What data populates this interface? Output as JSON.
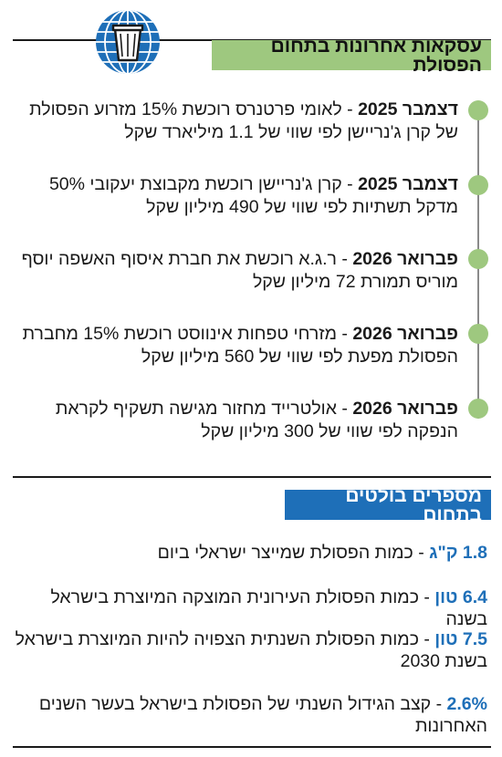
{
  "deals_section": {
    "title": "עסקאות אחרונות בתחום הפסולת",
    "items": [
      {
        "date": "דצמבר 2025",
        "separator": " - ",
        "text": "לאומי פרטנרס רוכשת 15% מזרוע הפסולת של קרן ג'נריישן לפי שווי של 1.1 מיליארד שקל"
      },
      {
        "date": "דצמבר 2025",
        "separator": " - ",
        "text": "קרן ג'נריישן רוכשת מקבוצת יעקובי 50% מדקל תשתיות לפי שווי של 490 מיליון שקל"
      },
      {
        "date": "פברואר 2026",
        "separator": " - ",
        "text": "ר.ג.א רוכשת את חברת איסוף האשפה יוסף מוריס תמורת 72 מיליון שקל"
      },
      {
        "date": "פברואר 2026",
        "separator": " - ",
        "text": "מזרחי טפחות אינווסט רוכשת 15% מחברת הפסולת מפעת לפי שווי של 560 מיליון שקל"
      },
      {
        "date": "פברואר 2026",
        "separator": " - ",
        "text": "אולטרייד מחזור מגישה תשקיף לקראת הנפקה לפי שווי של 300 מיליון שקל"
      }
    ]
  },
  "stats_section": {
    "title": "מספרים בולטים בתחום",
    "items": [
      {
        "value": "1.8 ק\"ג",
        "separator": " - ",
        "text": "כמות הפסולת שמייצר ישראלי ביום"
      },
      {
        "value": "6.4 טון",
        "separator": " - ",
        "text": "כמות הפסולת העירונית המוצקה המיוצרת בישראל בשנה"
      },
      {
        "value": "7.5 טון",
        "separator": " - ",
        "text": "כמות הפסולת השנתית הצפויה להיות המיוצרת בישראל בשנת 2030"
      },
      {
        "value": "2.6%",
        "separator": " - ",
        "text": "קצב הגידול השנתי של הפסולת בישראל בעשר השנים האחרונות"
      }
    ]
  },
  "colors": {
    "green": "#9ec87f",
    "blue": "#1e6fb8",
    "ink": "#1a1a1a"
  },
  "icons": {
    "logo": "trash-bin-globe-icon"
  }
}
